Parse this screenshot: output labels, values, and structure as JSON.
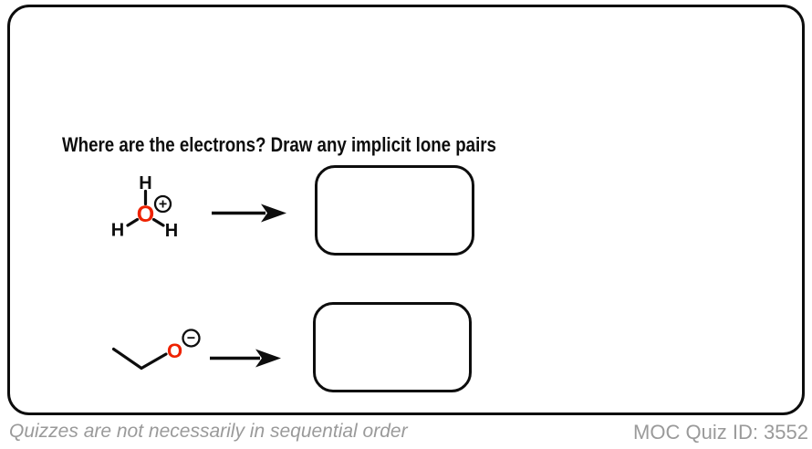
{
  "colors": {
    "ink_black": "#0d0d0d",
    "oxygen_red": "#ee2200",
    "footer_gray": "#9a9a9a",
    "background": "#ffffff"
  },
  "question": {
    "title": "Where are the electrons? Draw any implicit lone pairs"
  },
  "molecules": [
    {
      "name": "hydronium",
      "atoms": {
        "h_top": "H",
        "h_left": "H",
        "h_right": "H",
        "oxygen": "O"
      },
      "charge": "+"
    },
    {
      "name": "ethoxide",
      "atoms": {
        "oxygen": "O"
      },
      "charge": "−"
    }
  ],
  "footer": {
    "note": "Quizzes are not necessarily in sequential order",
    "quiz_id": "MOC Quiz ID: 3552"
  }
}
